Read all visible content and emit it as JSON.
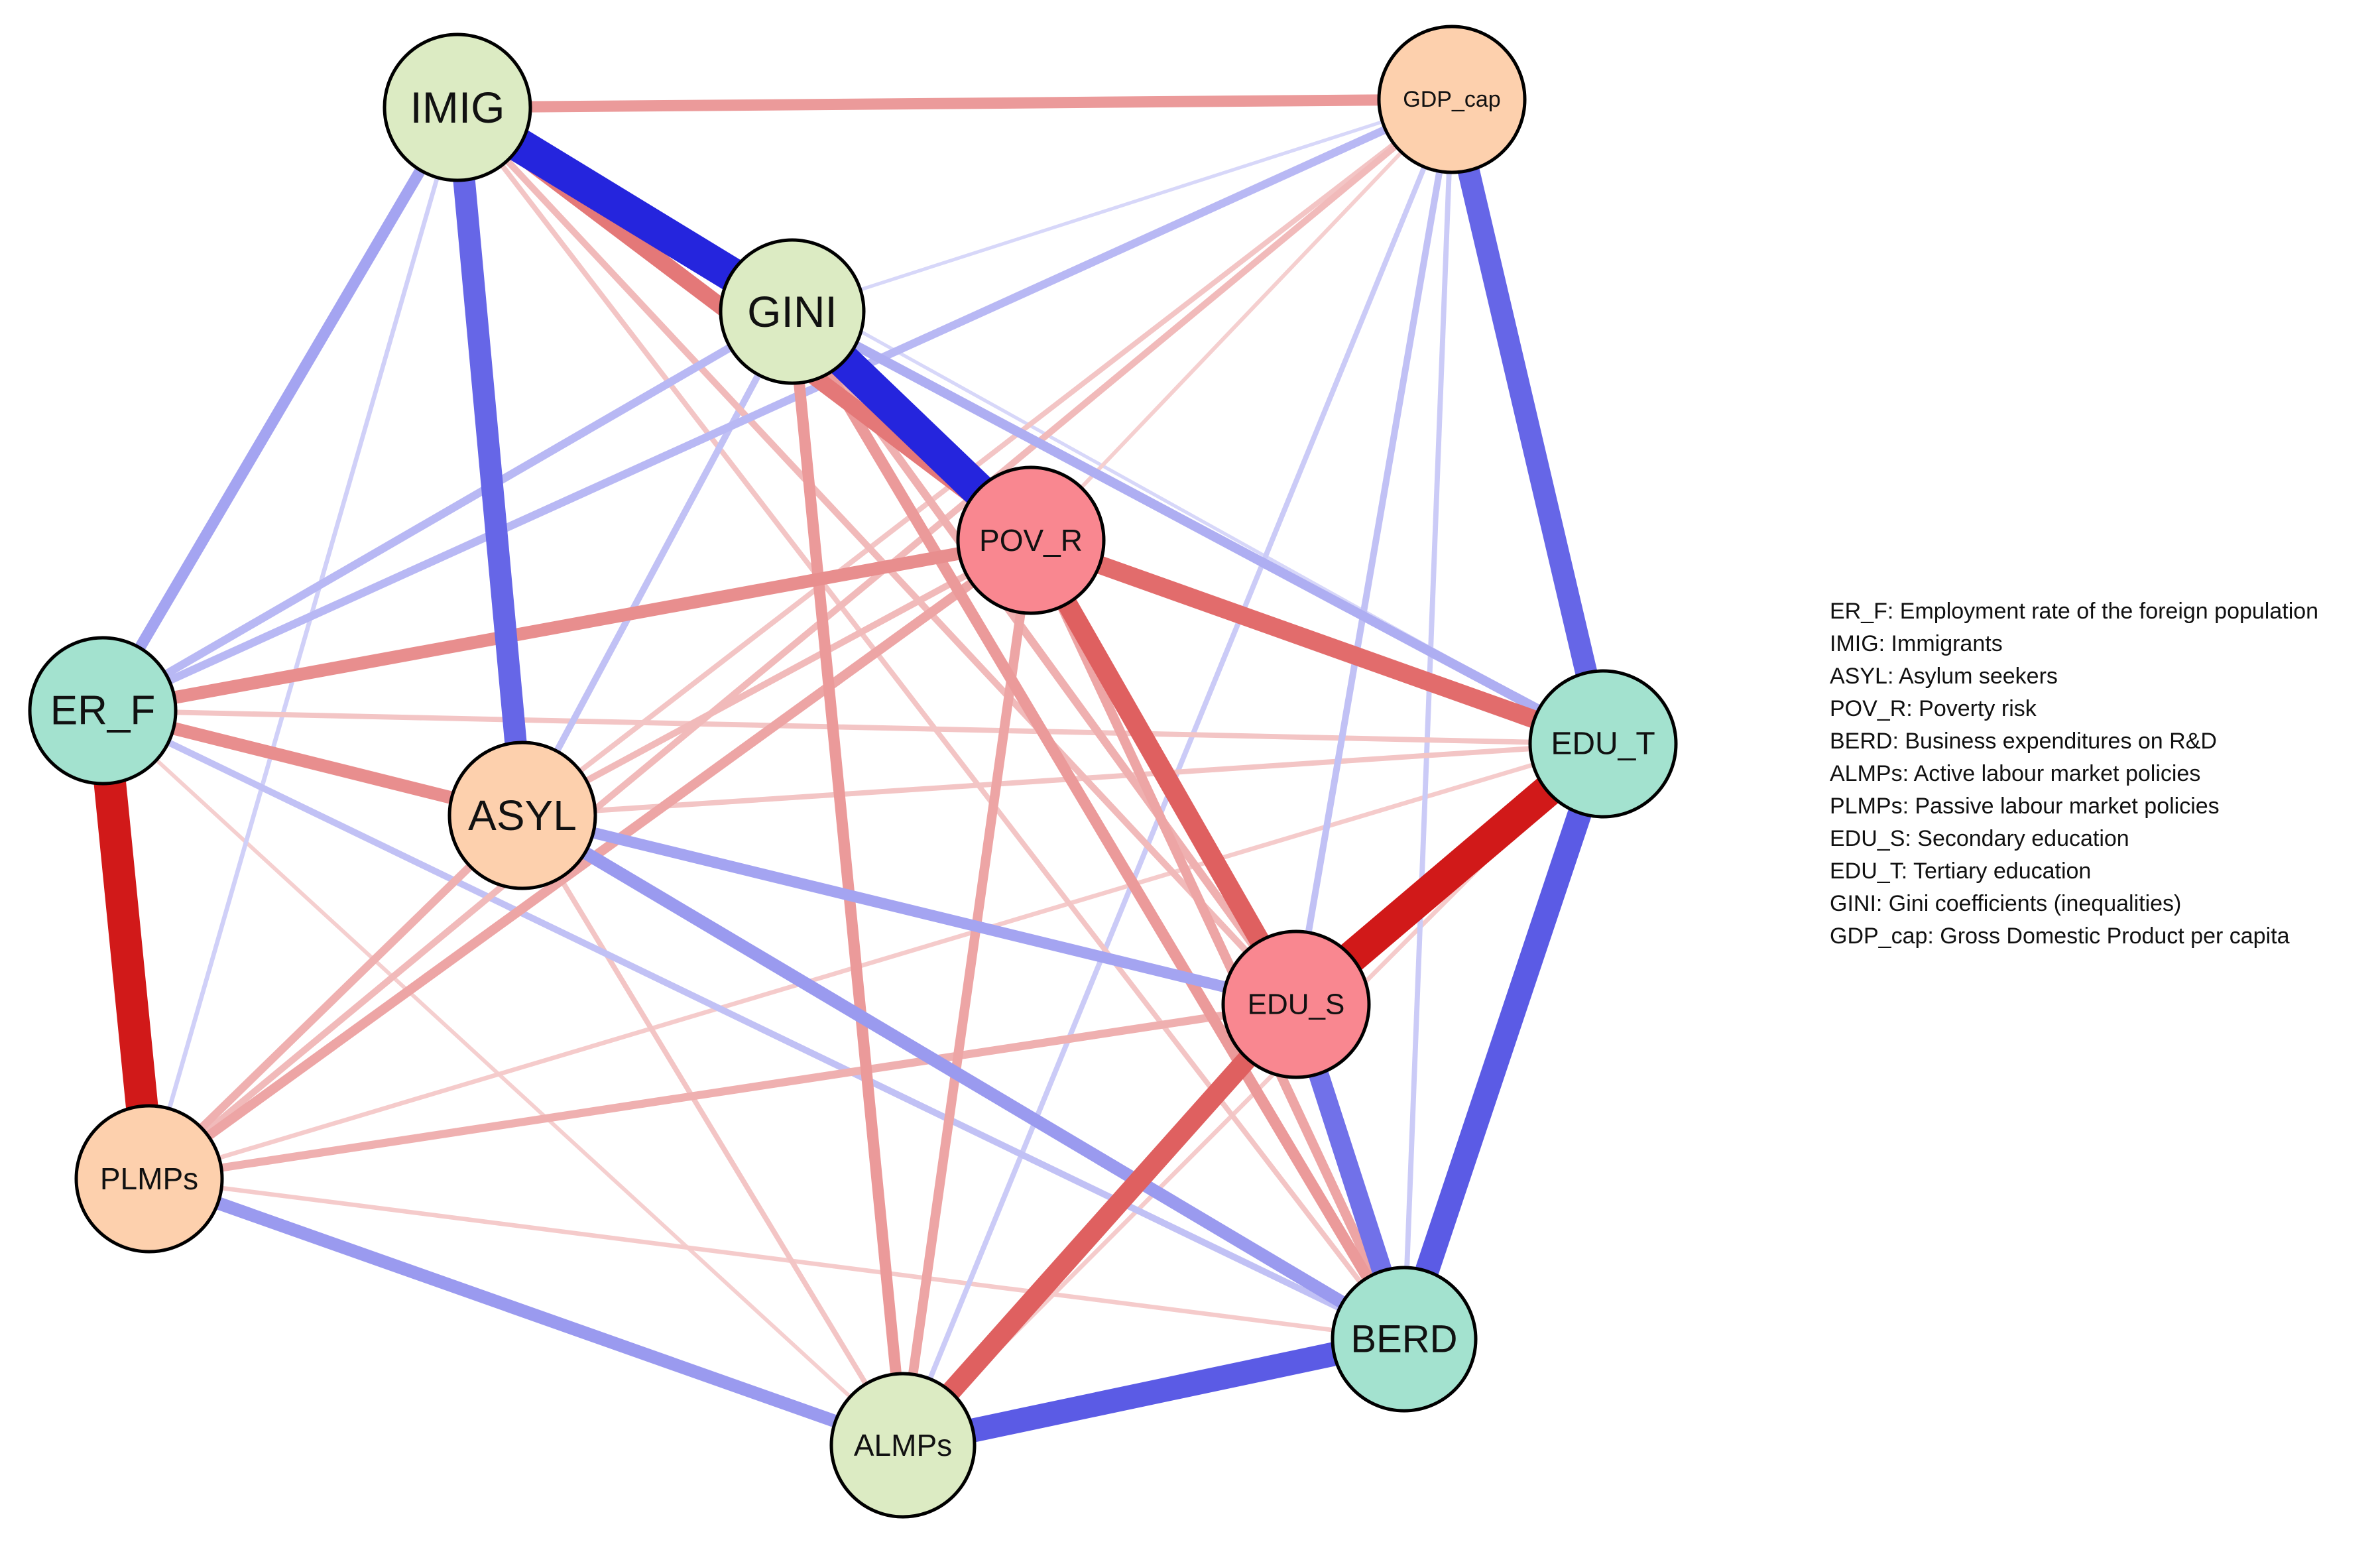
{
  "diagram": {
    "title": "",
    "colors": {
      "positive_edge": "#cc0000",
      "negative_edge": "#1a1adb",
      "node_border": "#000000",
      "green_node": "#dcebc3",
      "teal_node": "#a3e2cf",
      "peach_node": "#fdd0ad",
      "red_node": "#f98790"
    },
    "nodes": [
      {
        "id": "IMIG",
        "label": "IMIG",
        "fill": "green"
      },
      {
        "id": "GDP_cap",
        "label": "GDP_cap",
        "fill": "peach"
      },
      {
        "id": "GINI",
        "label": "GINI",
        "fill": "green"
      },
      {
        "id": "POV_R",
        "label": "POV_R",
        "fill": "red"
      },
      {
        "id": "ER_F",
        "label": "ER_F",
        "fill": "teal"
      },
      {
        "id": "ASYL",
        "label": "ASYL",
        "fill": "peach"
      },
      {
        "id": "EDU_T",
        "label": "EDU_T",
        "fill": "teal"
      },
      {
        "id": "EDU_S",
        "label": "EDU_S",
        "fill": "red"
      },
      {
        "id": "PLMPs",
        "label": "PLMPs",
        "fill": "peach"
      },
      {
        "id": "BERD",
        "label": "BERD",
        "fill": "teal"
      },
      {
        "id": "ALMPs",
        "label": "ALMPs",
        "fill": "green"
      }
    ],
    "edges": [
      {
        "from": "IMIG",
        "to": "GINI",
        "sign": "negative",
        "strength": 0.95
      },
      {
        "from": "GINI",
        "to": "POV_R",
        "sign": "negative",
        "strength": 0.95
      },
      {
        "from": "ER_F",
        "to": "PLMPs",
        "sign": "positive",
        "strength": 0.9
      },
      {
        "from": "EDU_S",
        "to": "EDU_T",
        "sign": "positive",
        "strength": 0.9
      },
      {
        "from": "IMIG",
        "to": "ASYL",
        "sign": "negative",
        "strength": 0.65
      },
      {
        "from": "GDP_cap",
        "to": "EDU_T",
        "sign": "negative",
        "strength": 0.65
      },
      {
        "from": "EDU_T",
        "to": "BERD",
        "sign": "negative",
        "strength": 0.7
      },
      {
        "from": "ALMPs",
        "to": "BERD",
        "sign": "negative",
        "strength": 0.7
      },
      {
        "from": "EDU_S",
        "to": "BERD",
        "sign": "negative",
        "strength": 0.6
      },
      {
        "from": "EDU_S",
        "to": "ALMPs",
        "sign": "positive",
        "strength": 0.6
      },
      {
        "from": "POV_R",
        "to": "EDU_S",
        "sign": "positive",
        "strength": 0.6
      },
      {
        "from": "POV_R",
        "to": "EDU_T",
        "sign": "positive",
        "strength": 0.55
      },
      {
        "from": "IMIG",
        "to": "POV_R",
        "sign": "positive",
        "strength": 0.5
      },
      {
        "from": "IMIG",
        "to": "GDP_cap",
        "sign": "positive",
        "strength": 0.35
      },
      {
        "from": "ER_F",
        "to": "POV_R",
        "sign": "positive",
        "strength": 0.4
      },
      {
        "from": "ER_F",
        "to": "ASYL",
        "sign": "positive",
        "strength": 0.4
      },
      {
        "from": "GINI",
        "to": "BERD",
        "sign": "positive",
        "strength": 0.35
      },
      {
        "from": "GINI",
        "to": "ALMPs",
        "sign": "positive",
        "strength": 0.35
      },
      {
        "from": "ASYL",
        "to": "BERD",
        "sign": "negative",
        "strength": 0.4
      },
      {
        "from": "PLMPs",
        "to": "ALMPs",
        "sign": "negative",
        "strength": 0.4
      },
      {
        "from": "ASYL",
        "to": "EDU_S",
        "sign": "negative",
        "strength": 0.35
      },
      {
        "from": "IMIG",
        "to": "ER_F",
        "sign": "negative",
        "strength": 0.35
      },
      {
        "from": "GINI",
        "to": "EDU_T",
        "sign": "negative",
        "strength": 0.3
      },
      {
        "from": "GDP_cap",
        "to": "ER_F",
        "sign": "negative",
        "strength": 0.25
      },
      {
        "from": "GINI",
        "to": "ER_F",
        "sign": "negative",
        "strength": 0.25
      },
      {
        "from": "GINI",
        "to": "ASYL",
        "sign": "negative",
        "strength": 0.2
      },
      {
        "from": "ER_F",
        "to": "BERD",
        "sign": "negative",
        "strength": 0.2
      },
      {
        "from": "GDP_cap",
        "to": "EDU_S",
        "sign": "negative",
        "strength": 0.2
      },
      {
        "from": "GDP_cap",
        "to": "BERD",
        "sign": "negative",
        "strength": 0.15
      },
      {
        "from": "GDP_cap",
        "to": "ALMPs",
        "sign": "negative",
        "strength": 0.15
      },
      {
        "from": "IMIG",
        "to": "PLMPs",
        "sign": "negative",
        "strength": 0.12
      },
      {
        "from": "GDP_cap",
        "to": "GINI",
        "sign": "negative",
        "strength": 0.08
      },
      {
        "from": "IMIG",
        "to": "EDU_T",
        "sign": "negative",
        "strength": 0.08
      },
      {
        "from": "PLMPs",
        "to": "POV_R",
        "sign": "positive",
        "strength": 0.3
      },
      {
        "from": "PLMPs",
        "to": "GDP_cap",
        "sign": "positive",
        "strength": 0.2
      },
      {
        "from": "PLMPs",
        "to": "EDU_S",
        "sign": "positive",
        "strength": 0.25
      },
      {
        "from": "PLMPs",
        "to": "EDU_T",
        "sign": "positive",
        "strength": 0.12
      },
      {
        "from": "PLMPs",
        "to": "BERD",
        "sign": "positive",
        "strength": 0.12
      },
      {
        "from": "ASYL",
        "to": "PLMPs",
        "sign": "positive",
        "strength": 0.25
      },
      {
        "from": "ASYL",
        "to": "ALMPs",
        "sign": "positive",
        "strength": 0.15
      },
      {
        "from": "ASYL",
        "to": "EDU_T",
        "sign": "positive",
        "strength": 0.15
      },
      {
        "from": "POV_R",
        "to": "ALMPs",
        "sign": "positive",
        "strength": 0.3
      },
      {
        "from": "POV_R",
        "to": "BERD",
        "sign": "positive",
        "strength": 0.3
      },
      {
        "from": "POV_R",
        "to": "ASYL",
        "sign": "positive",
        "strength": 0.2
      },
      {
        "from": "IMIG",
        "to": "EDU_S",
        "sign": "positive",
        "strength": 0.2
      },
      {
        "from": "IMIG",
        "to": "BERD",
        "sign": "positive",
        "strength": 0.15
      },
      {
        "from": "GINI",
        "to": "EDU_S",
        "sign": "positive",
        "strength": 0.25
      },
      {
        "from": "GDP_cap",
        "to": "ASYL",
        "sign": "positive",
        "strength": 0.15
      },
      {
        "from": "ER_F",
        "to": "EDU_T",
        "sign": "positive",
        "strength": 0.15
      },
      {
        "from": "ER_F",
        "to": "EDU_S",
        "sign": "positive",
        "strength": 0.12
      },
      {
        "from": "ER_F",
        "to": "ALMPs",
        "sign": "positive",
        "strength": 0.1
      },
      {
        "from": "EDU_T",
        "to": "ALMPs",
        "sign": "positive",
        "strength": 0.12
      },
      {
        "from": "GDP_cap",
        "to": "POV_R",
        "sign": "positive",
        "strength": 0.1
      }
    ]
  },
  "legend": {
    "items": [
      "ER_F: Employment rate of the foreign population",
      "IMIG: Immigrants",
      "ASYL: Asylum seekers",
      "POV_R: Poverty risk",
      "BERD: Business expenditures on R&D",
      "ALMPs: Active labour market policies",
      "PLMPs: Passive labour market policies",
      "EDU_S: Secondary education",
      "EDU_T: Tertiary education",
      "GINI: Gini coefficients (inequalities)",
      "GDP_cap: Gross Domestic Product per capita"
    ]
  }
}
